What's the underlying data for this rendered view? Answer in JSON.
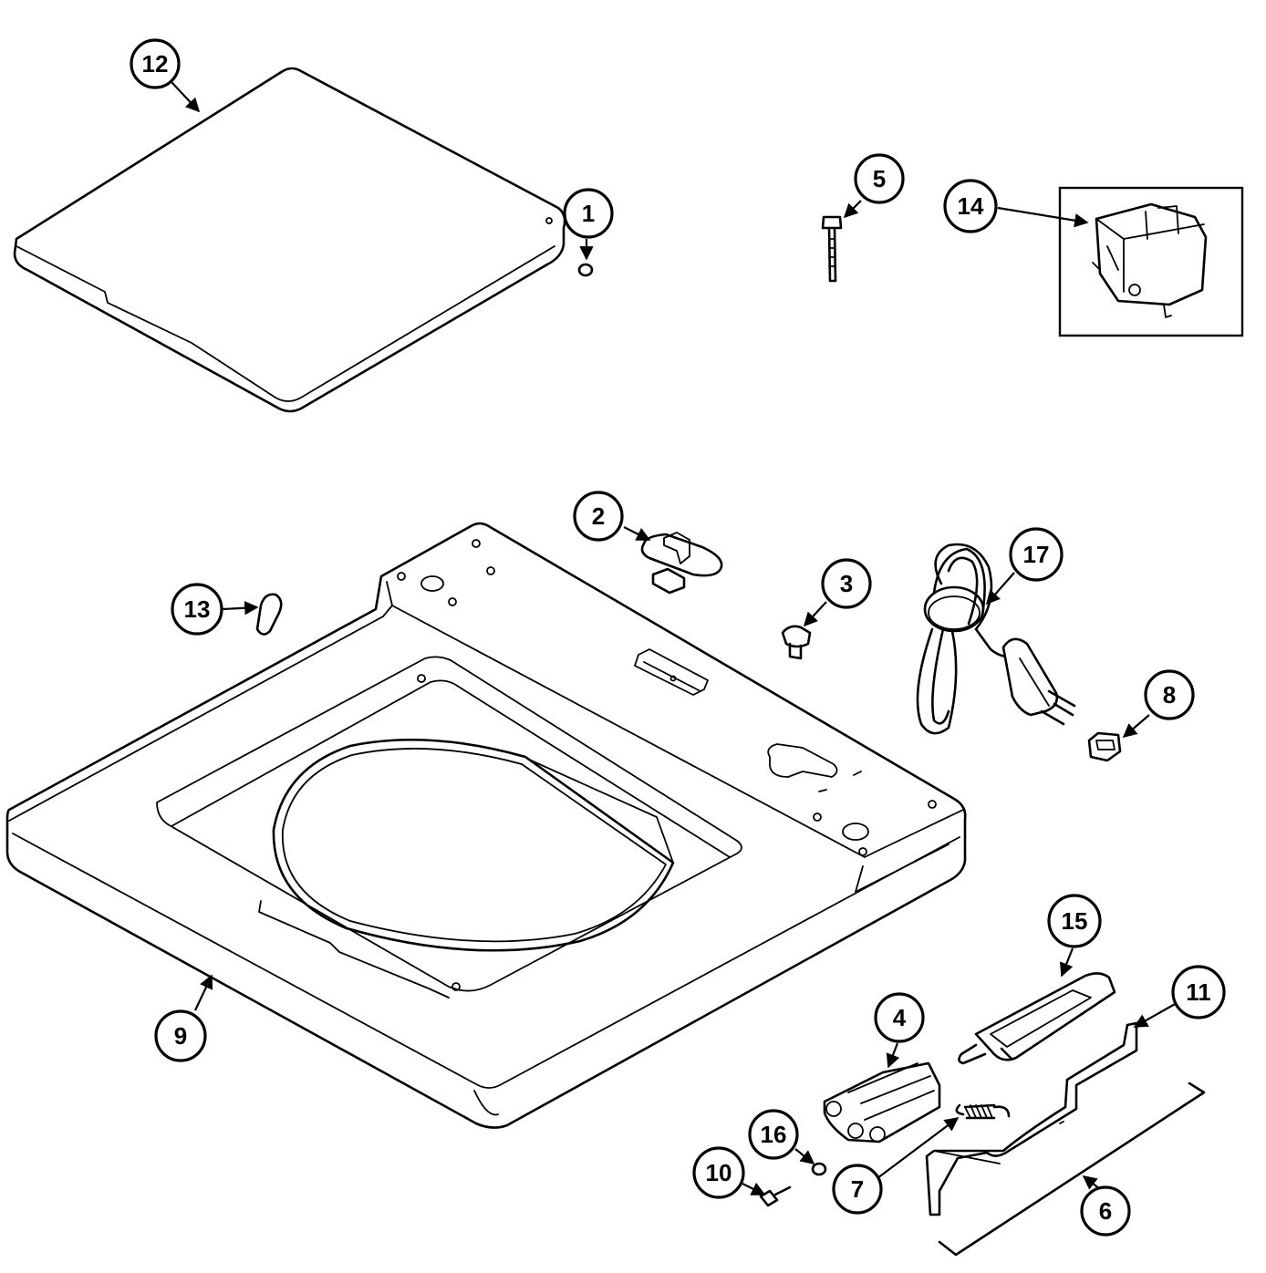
{
  "callouts": [
    {
      "id": "12",
      "label": "12"
    },
    {
      "id": "1",
      "label": "1"
    },
    {
      "id": "5",
      "label": "5"
    },
    {
      "id": "14",
      "label": "14"
    },
    {
      "id": "2",
      "label": "2"
    },
    {
      "id": "3",
      "label": "3"
    },
    {
      "id": "17",
      "label": "17"
    },
    {
      "id": "13",
      "label": "13"
    },
    {
      "id": "8",
      "label": "8"
    },
    {
      "id": "9",
      "label": "9"
    },
    {
      "id": "15",
      "label": "15"
    },
    {
      "id": "4",
      "label": "4"
    },
    {
      "id": "11",
      "label": "11"
    },
    {
      "id": "16",
      "label": "16"
    },
    {
      "id": "10",
      "label": "10"
    },
    {
      "id": "7",
      "label": "7"
    },
    {
      "id": "6",
      "label": "6"
    }
  ]
}
